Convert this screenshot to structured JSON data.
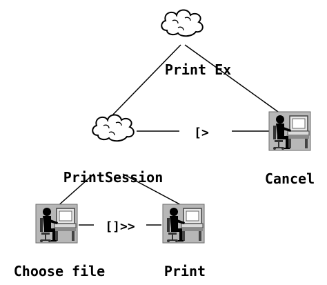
{
  "diagram": {
    "nodes": {
      "root": {
        "label": "Print Ex",
        "kind": "abstract"
      },
      "session": {
        "label": "PrintSession",
        "kind": "abstract"
      },
      "cancel": {
        "label": "Cancel",
        "kind": "interaction"
      },
      "choose_file": {
        "label": "Choose file",
        "kind": "interaction"
      },
      "print": {
        "label": "Print",
        "kind": "interaction"
      }
    },
    "operators": {
      "session_cancel": "[>",
      "choose_print": "[]>>"
    }
  }
}
